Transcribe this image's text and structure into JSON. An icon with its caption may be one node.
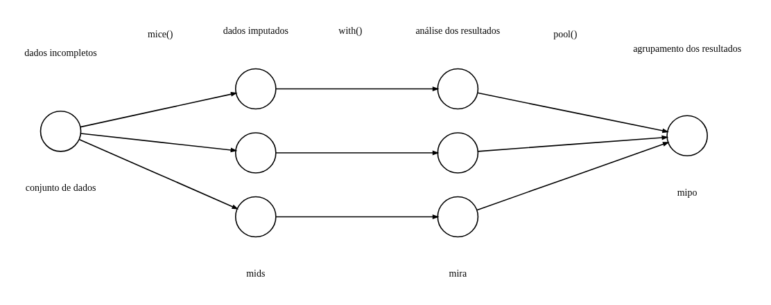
{
  "diagram": {
    "nodes": [
      {
        "text": [],
        "shape": "circle"
      },
      {
        "text": [],
        "shape": "circle"
      },
      {
        "text": [],
        "shape": "circle"
      },
      {
        "text": [],
        "shape": "circle"
      },
      {
        "text": [],
        "shape": "circle"
      },
      {
        "text": [],
        "shape": "circle"
      },
      {
        "text": [],
        "shape": "circle"
      },
      {
        "text": [],
        "shape": "circle"
      }
    ],
    "edges": [
      {
        "from": 0,
        "to": 1,
        "arrow": "to"
      },
      {
        "from": 0,
        "to": 2,
        "arrow": "to"
      },
      {
        "from": 0,
        "to": 3,
        "arrow": "to"
      },
      {
        "from": 1,
        "to": 4,
        "arrow": "to"
      },
      {
        "from": 2,
        "to": 5,
        "arrow": "to"
      },
      {
        "from": 3,
        "to": 6,
        "arrow": "to"
      },
      {
        "from": 4,
        "to": 7,
        "arrow": "to"
      },
      {
        "from": 5,
        "to": 7,
        "arrow": "to"
      },
      {
        "from": 6,
        "to": 7,
        "arrow": "to"
      }
    ],
    "labels": [
      "dados incompletos",
      "dados imputados",
      "análise dos resultados",
      "agrupamento dos resultados",
      "mice()",
      "with()",
      "pool()",
      "conjunto de dados",
      "mids",
      "mira",
      "mipo"
    ]
  }
}
